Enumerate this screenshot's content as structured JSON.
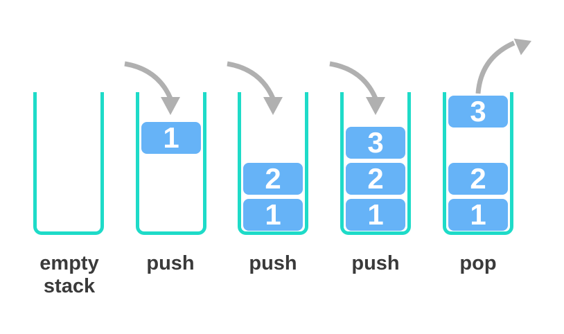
{
  "figure": {
    "description": "Stack data structure: push and pop operations (LIFO)",
    "colors": {
      "container": "#1edbc8",
      "block": "#66b3f7",
      "arrow": "#b0b0b0",
      "label": "#3a3a3a",
      "blocktext": "#ffffff"
    },
    "stages": [
      {
        "label": "empty stack",
        "arrow": "none",
        "blocks": []
      },
      {
        "label": "push",
        "arrow": "push-arrow",
        "blocks": [
          {
            "value": "1"
          }
        ]
      },
      {
        "label": "push",
        "arrow": "push-arrow",
        "blocks": [
          {
            "value": "2"
          },
          {
            "value": "1"
          }
        ]
      },
      {
        "label": "push",
        "arrow": "push-arrow",
        "blocks": [
          {
            "value": "3"
          },
          {
            "value": "2"
          },
          {
            "value": "1"
          }
        ]
      },
      {
        "label": "pop",
        "arrow": "pop-arrow",
        "blocks": [
          {
            "value": "3"
          },
          {
            "value": "2"
          },
          {
            "value": "1"
          }
        ]
      }
    ]
  }
}
